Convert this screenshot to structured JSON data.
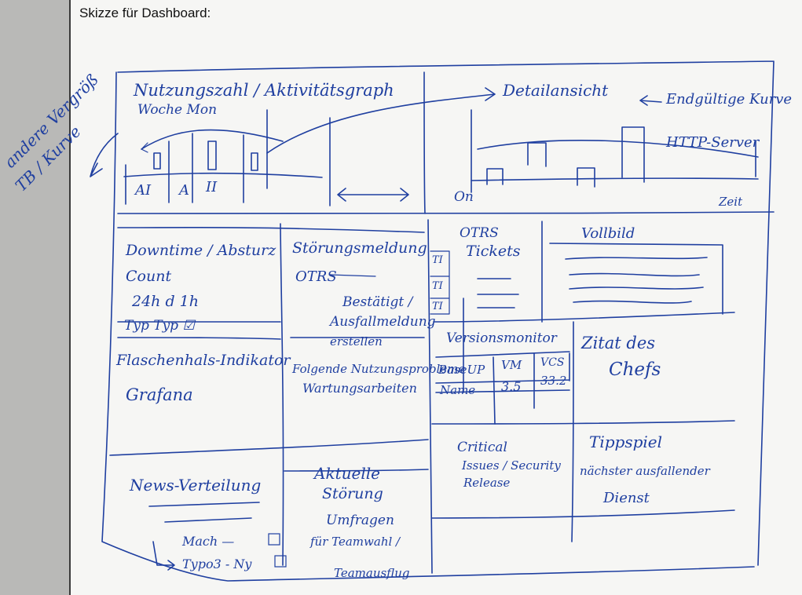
{
  "page": {
    "title": "Skizze für Dashboard:"
  },
  "sketch": {
    "margin_note": [
      "andere Vergröß",
      "TB / Kurve"
    ],
    "usage": {
      "title": "Nutzungszahl / Aktivitätsgraph",
      "legend": "Woche  Mon",
      "labels": [
        "AI",
        "A",
        "II"
      ]
    },
    "detail": {
      "title": "Detailansicht",
      "annotation": "Endgültige Kurve",
      "series_label": "HTTP-Server",
      "axis_left": "On",
      "axis_right": "Zeit"
    },
    "downtime": {
      "title": "Downtime / Absturz",
      "line2": "Count",
      "period": "24h  d  1h",
      "footer": "Typ  Typ  ☑"
    },
    "flaschenhals": {
      "title": "Flaschenhals-Indikator",
      "sub": "Grafana"
    },
    "stoerung": {
      "title": "Störungsmeldung",
      "sub": "OTRS",
      "bestaetigt": [
        "Bestätigt /",
        "Ausfallmeldung",
        "erstellen"
      ],
      "folge": [
        "Folgende Nutzungsprobleme",
        "Wartungsarbeiten"
      ]
    },
    "otrs": {
      "title": [
        "OTRS",
        "Tickets"
      ],
      "side_labels": [
        "TI",
        "TI",
        "TI"
      ]
    },
    "vollbild": {
      "title": "Vollbild"
    },
    "versions": {
      "title": "Versionsmonitor",
      "header": [
        "BaseUP",
        "VM",
        "VCS"
      ],
      "row": [
        "Name",
        "3.5",
        "33.2"
      ]
    },
    "zitat": {
      "lines": [
        "Zitat des",
        "Chefs"
      ]
    },
    "critical": {
      "lines": [
        "Critical",
        "Issues / Security",
        "Release"
      ]
    },
    "tippspiel": {
      "lines": [
        "Tippspiel",
        "nächster ausfallender",
        "Dienst"
      ]
    },
    "news": {
      "title": "News-Verteilung",
      "item1": "Mach —",
      "item2": "Typo3 - Ny"
    },
    "aktuelle": {
      "lines": [
        "Aktuelle",
        "Störung",
        "Umfragen",
        "für Teamwahl /",
        "Teamausflug"
      ]
    }
  }
}
